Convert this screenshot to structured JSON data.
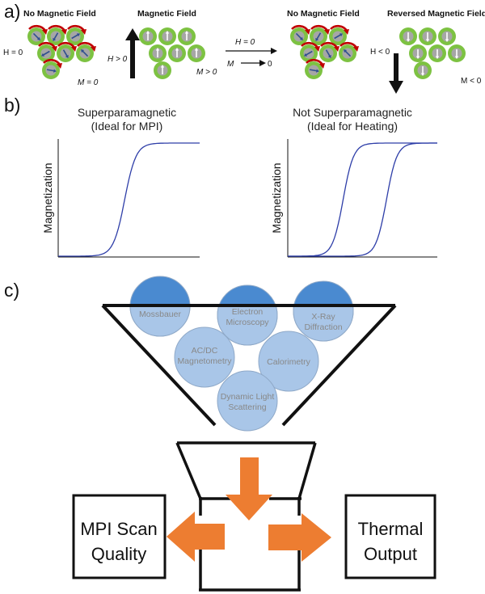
{
  "panel_a": {
    "label": "a)",
    "state1": {
      "title": "No Magnetic Field",
      "h_label": "H = 0",
      "m_label": "M = 0"
    },
    "state2": {
      "title": "Magnetic Field",
      "h_label": "H > 0",
      "m_label": "M > 0"
    },
    "transition": {
      "h_label": "H = 0",
      "m_label_left": "M",
      "m_label_right": "0"
    },
    "state3": {
      "title": "No Magnetic Field"
    },
    "state4": {
      "title_part1": "Reversed",
      "title_part2": " Magnetic Field",
      "h_label": "H < 0",
      "m_label": "M < 0"
    },
    "colors": {
      "particle_ring": "#7dc242",
      "particle_core": "#a6a6a6",
      "rotation_arrow": "#c00000",
      "moment_arrow": "#2f4f8f"
    }
  },
  "panel_b": {
    "label": "b)",
    "left_plot": {
      "title_line1": "Superparamagnetic",
      "title_line2": "(Ideal for MPI)",
      "ylabel": "Magnetization"
    },
    "right_plot": {
      "title_line1": "Not Superparamagnetic",
      "title_line2": "(Ideal for Heating)",
      "ylabel": "Magnetization"
    },
    "curve_color": "#2e3ea8"
  },
  "panel_c": {
    "label": "c)",
    "techniques": [
      "Mossbauer",
      "Electron Microscopy",
      "X-Ray Diffraction",
      "AC/DC Magnetometry",
      "Calorimetry",
      "Dynamic Light Scattering"
    ],
    "outputs": {
      "left": {
        "line1": "MPI Scan",
        "line2": "Quality"
      },
      "right": {
        "line1": "Thermal",
        "line2": "Output"
      }
    },
    "colors": {
      "circle_fill": "#a9c6e8",
      "circle_top_fill": "#4a8ad0",
      "circle_stroke": "#8fa9c8",
      "arrow_fill": "#ed7d31"
    }
  }
}
